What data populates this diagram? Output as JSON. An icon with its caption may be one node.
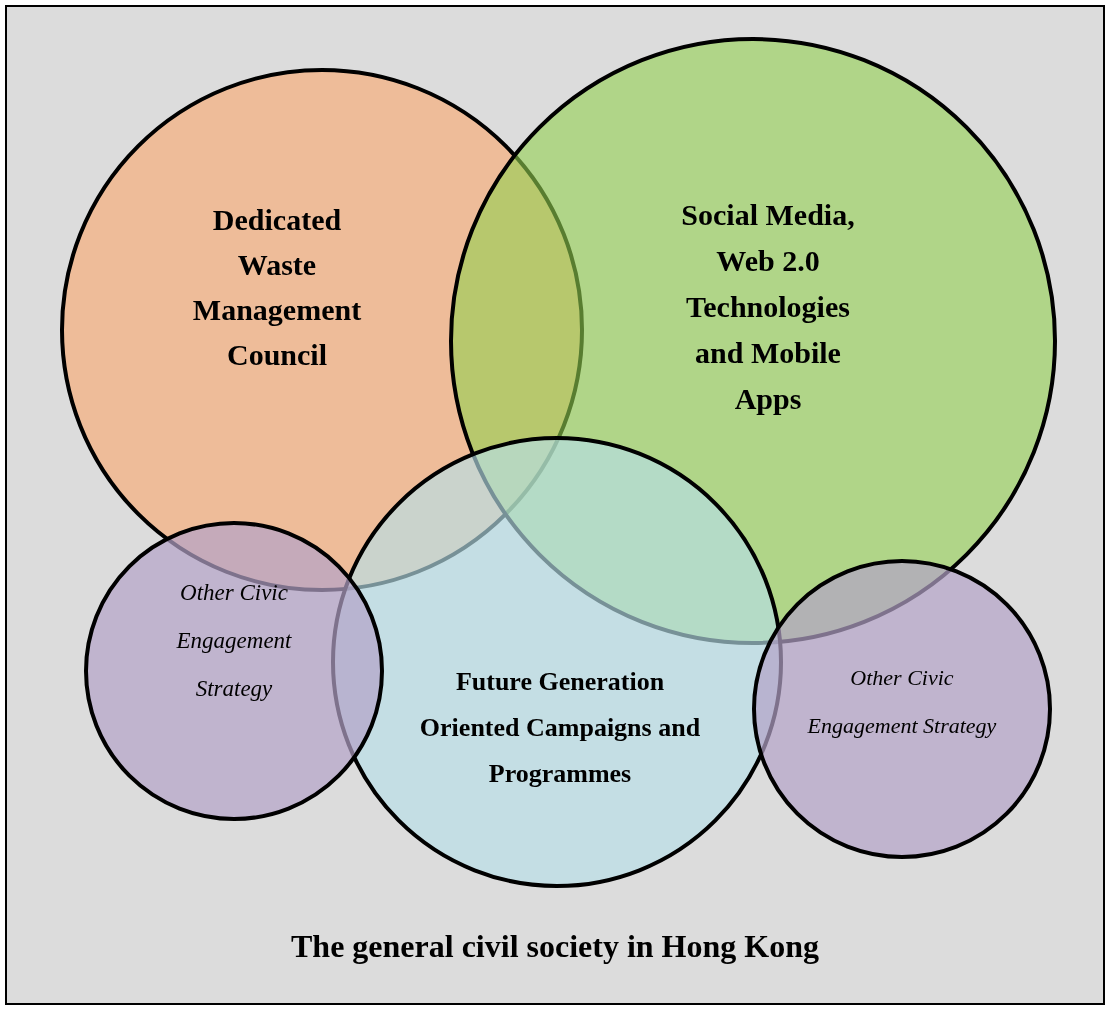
{
  "diagram": {
    "nodes": [
      {
        "text": [
          "The general civil society in Hong Kong"
        ]
      },
      {
        "text": [
          "Dedicated Waste Management Council"
        ],
        "in": 0
      },
      {
        "text": [
          "Social Media, Web 2.0 Technologies and Mobile Apps"
        ],
        "in": 0
      },
      {
        "text": [
          "Future Generation Oriented Campaigns and Programmes"
        ],
        "in": 0
      },
      {
        "text": [
          "Other Civic Engagement Strategy"
        ],
        "in": 0
      },
      {
        "text": [
          "Other Civic Engagement Strategy"
        ],
        "in": 0
      }
    ]
  }
}
